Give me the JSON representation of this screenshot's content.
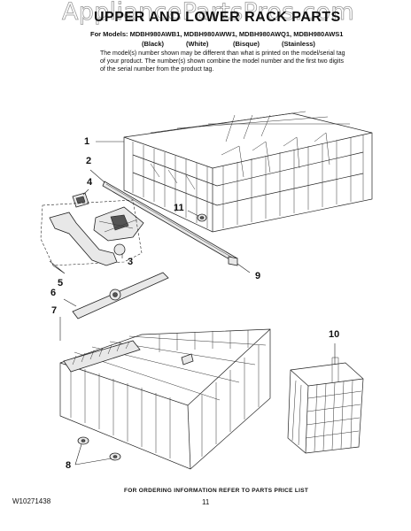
{
  "watermark": "AppliancePartsPros.com",
  "title": "UPPER AND LOWER RACK PARTS",
  "models_line": "For Models: MDBH980AWB1, MDBH980AWW1, MDBH980AWQ1, MDBH980AWS1",
  "colors": [
    "(Black)",
    "(White)",
    "(Bisque)",
    "(Stainless)"
  ],
  "note": "The model(s) number shown may be different than what is printed on the model/serial tag of your product. The number(s) shown combine the model number and the first two digits of the serial number from the product tag.",
  "callouts": [
    "1",
    "2",
    "3",
    "4",
    "5",
    "6",
    "7",
    "8",
    "9",
    "10",
    "11"
  ],
  "footer": "FOR ORDERING INFORMATION REFER TO PARTS PRICE LIST",
  "part_number": "W10271438",
  "page_number": "11"
}
